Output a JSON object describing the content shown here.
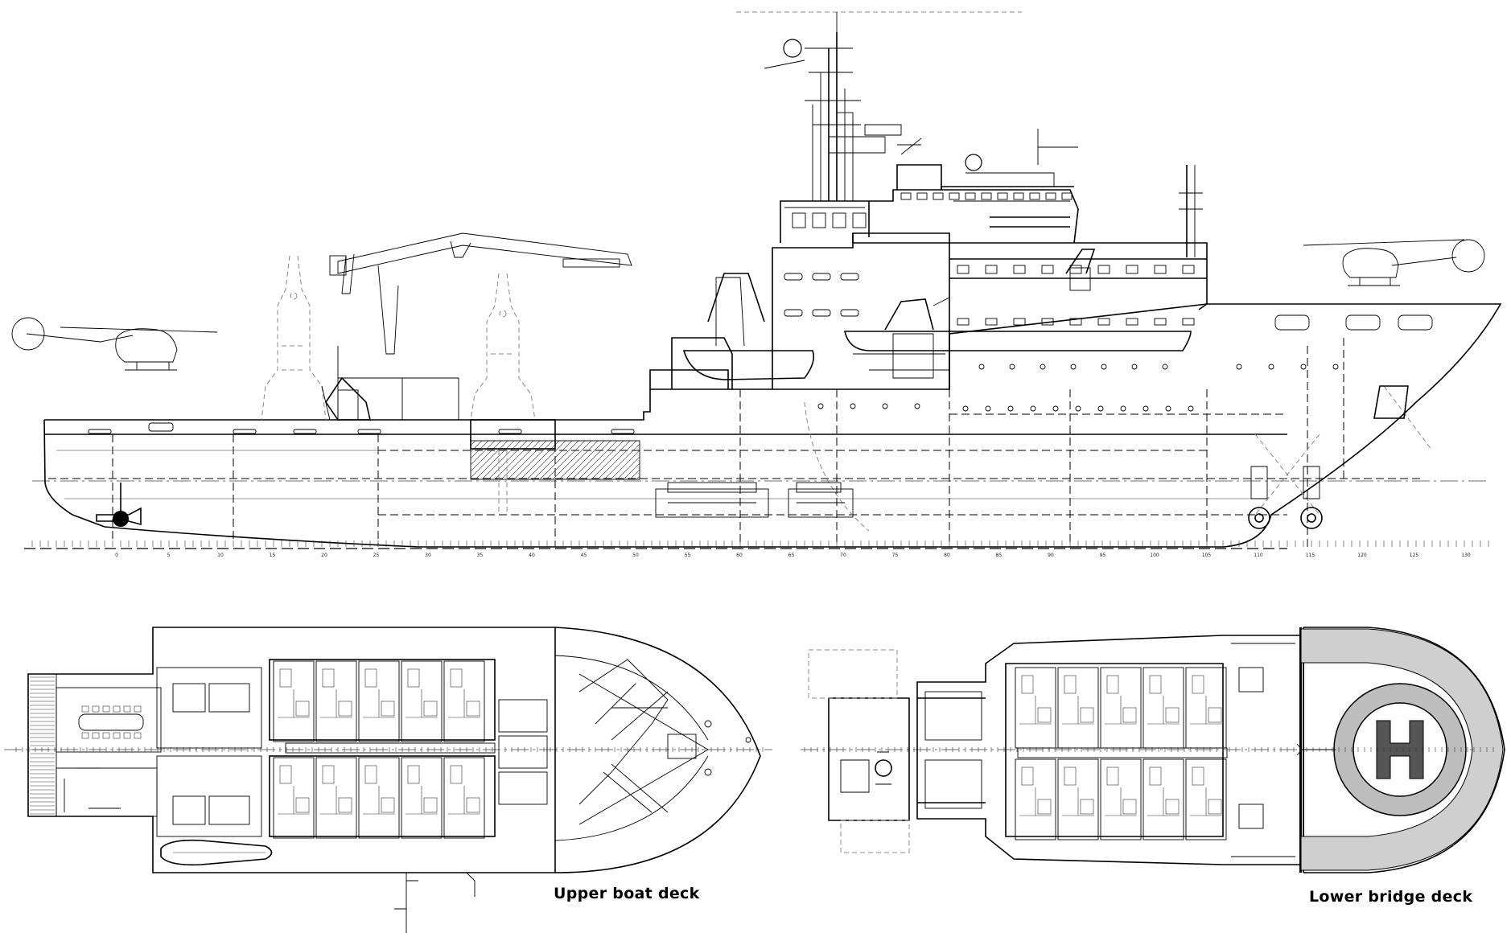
{
  "drawing": {
    "upper_plan_caption": "Upper boat deck",
    "lower_plan_caption": "Lower bridge deck"
  },
  "profile_frame_numbers": [
    "0",
    "5",
    "10",
    "15",
    "20",
    "25",
    "30",
    "35",
    "40",
    "45",
    "50",
    "55",
    "60",
    "65",
    "70",
    "75",
    "80",
    "85",
    "90",
    "95",
    "100",
    "105",
    "110",
    "115",
    "120",
    "125",
    "130"
  ],
  "icons": [
    "helicopter-icon",
    "helideck-h-icon",
    "crane-icon",
    "lifeboat-icon",
    "propeller-icon"
  ]
}
